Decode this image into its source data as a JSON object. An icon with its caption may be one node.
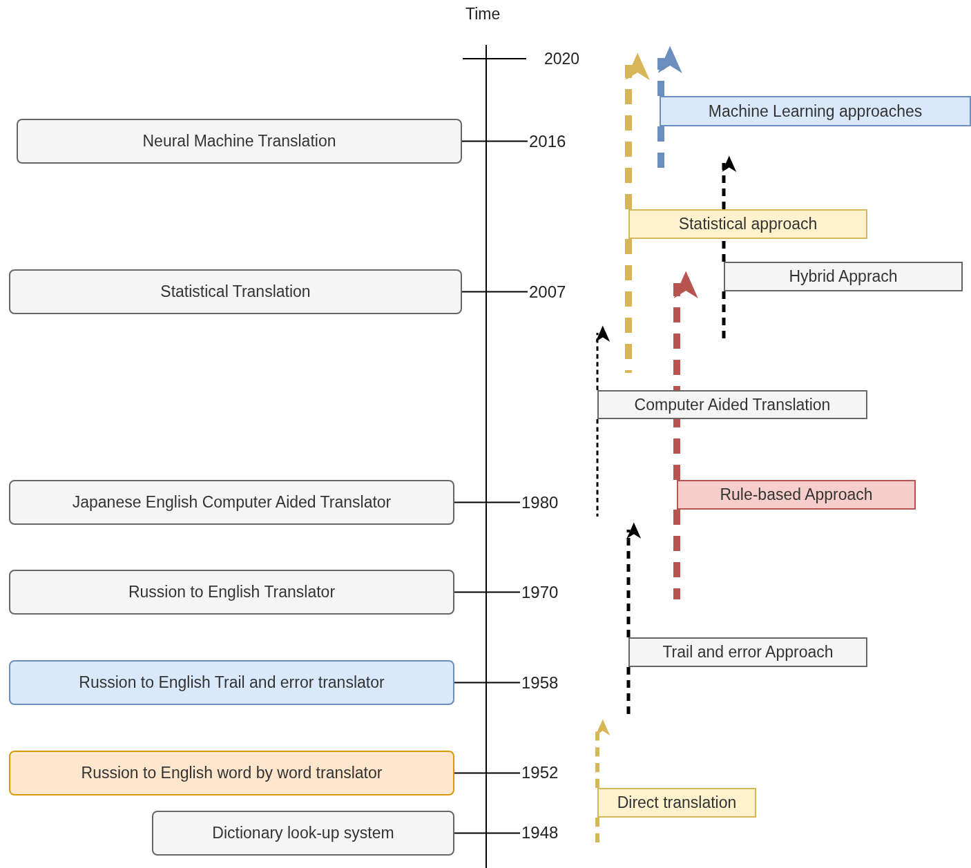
{
  "diagram": {
    "nodes": [
      {
        "text": [
          "Neural Machine Translation"
        ]
      },
      {
        "text": [
          "2016"
        ]
      },
      {
        "text": [
          "Statistical Translation"
        ]
      },
      {
        "text": [
          "2007"
        ]
      },
      {
        "text": [
          "Japanese English Computer Aided Translator"
        ]
      },
      {
        "text": [
          "1980"
        ]
      },
      {
        "text": [
          "Russion to English Translator"
        ]
      },
      {
        "text": [
          "1970"
        ]
      },
      {
        "text": [
          "Russion to English Trail and error translator"
        ]
      },
      {
        "text": [
          "1958"
        ]
      },
      {
        "text": [
          "Russion to English word by word translator"
        ]
      },
      {
        "text": [
          "1952"
        ]
      },
      {
        "text": [
          "Dictionary look-up system"
        ]
      },
      {
        "text": [
          "1948"
        ]
      },
      {
        "text": [
          "Machine Learning approaches"
        ]
      },
      {
        "text": [
          "Statistical approach"
        ]
      },
      {
        "text": [
          "Hybrid Apprach"
        ]
      },
      {
        "text": [
          "Computer Aided Translation"
        ]
      },
      {
        "text": [
          "Rule-based Approach"
        ]
      },
      {
        "text": [
          "Trail and error Approach"
        ]
      },
      {
        "text": [
          "Direct translation"
        ]
      }
    ],
    "edges": [
      {
        "from": 0,
        "to": 1,
        "arrow": "none"
      },
      {
        "from": 2,
        "to": 3,
        "arrow": "none"
      },
      {
        "from": 4,
        "to": 5,
        "arrow": "none"
      },
      {
        "from": 6,
        "to": 7,
        "arrow": "none"
      },
      {
        "from": 8,
        "to": 9,
        "arrow": "none"
      },
      {
        "from": 10,
        "to": 11,
        "arrow": "none"
      },
      {
        "from": 12,
        "to": 13,
        "arrow": "none"
      },
      {
        "from": 14,
        "to": null,
        "arrow": "to",
        "style": "dashed",
        "color": "#6c8ebf"
      },
      {
        "from": 15,
        "to": null,
        "arrow": "to",
        "style": "dashed",
        "color": "#d6b656"
      },
      {
        "from": 16,
        "to": null,
        "arrow": "to",
        "style": "dashed"
      },
      {
        "from": 17,
        "to": null,
        "arrow": "to",
        "style": "dashed"
      },
      {
        "from": 18,
        "to": null,
        "arrow": "to",
        "style": "dashed",
        "color": "#b85450"
      },
      {
        "from": 19,
        "to": null,
        "arrow": "to",
        "style": "dashed"
      },
      {
        "from": 20,
        "to": null,
        "arrow": "to",
        "style": "dashed",
        "color": "#d6b656"
      }
    ],
    "labels": [
      "Time",
      "2020"
    ]
  }
}
